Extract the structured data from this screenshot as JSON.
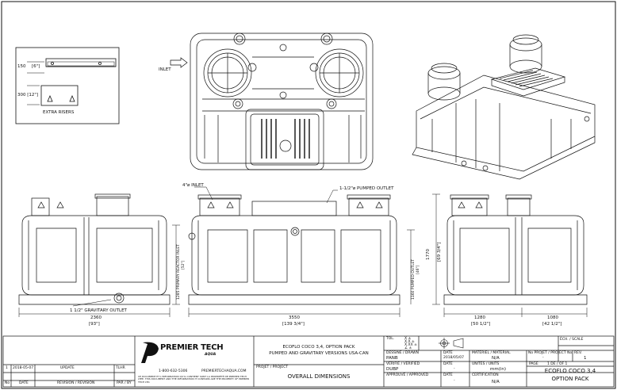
{
  "views": {
    "inlet_label": "INLET",
    "extra_risers": {
      "label": "EXTRA RISERS",
      "dim_150_mm": "150",
      "dim_150_in": "[6\"]",
      "dim_300": "300 [12\"]"
    },
    "side_left": {
      "width_mm": "2360",
      "width_in": "[93\"]",
      "gravity_outlet": "1 1/2\" GRAVITARY OUTLET"
    },
    "front": {
      "inlet": "4\"ø INLET",
      "pumped_outlet": "1-1/2\"ø PUMPED OUTLET",
      "primary_reactor_inlet": "1285 PRIMARY REACTOR INLET",
      "primary_reactor_inlet_in": "[52\"]",
      "pumped_outlet_height": "1160 PUMPED OUTLET",
      "pumped_outlet_height_in": "[46\"]",
      "height_mm": "1770",
      "height_in": "[69 3/4\"]",
      "width_mm": "3550",
      "width_in": "[139 3/4\"]"
    },
    "side_right": {
      "width_a_mm": "1280",
      "width_a_in": "[50 1/2\"]",
      "width_b_mm": "1080",
      "width_b_in": "[42 1/2\"]"
    }
  },
  "title_block": {
    "scale_label": "ÉCH. / SCALE",
    "revision": {
      "num": "1",
      "date": "2018-05-07",
      "text": "UPDATE",
      "by": "TLHR",
      "col_no": "No",
      "col_date": "DATE",
      "col_revision": "REVISION / REVISION",
      "col_by": "PAR / BY"
    },
    "company": {
      "name": "PREMIER TECH",
      "sub": "AQUA",
      "phone": "1-800-632-5306",
      "website": "PREMIERTECHAQUA.COM",
      "legal": "CE DOCUMENT ET L'INFORMATION QU'IL CONTIENT SONT LA PROPRIÉTÉ DE PREMIER TECH LTÉE. THIS DOCUMENT AND THE INFORMATION IT CONTAINS ARE THE PROPERTY OF PREMIER TECH LTD."
    },
    "title_line1": "ECOFLO COCO 3,4, OPTION PACK",
    "title_line2": "PUMPED AND GRAVITARY VERSIONS USA-CAN",
    "project_label": "PROJET / PROJECT",
    "project_value": "OVERALL DIMENSIONS",
    "tol_label": "TOL.",
    "tol_rows": [
      "X ±",
      "X.X ±",
      "X.XX ±",
      "∠ ±"
    ],
    "drawn_label": "DESSINÉ / DRAWN",
    "drawn_value": "PANB",
    "drawn_date_label": "DATE",
    "drawn_date": "2018/05/07",
    "checked_label": "VÉRIFIÉ / VERIFIED",
    "checked_value": "DUBP",
    "checked_date_label": "DATE",
    "checked_date": "-",
    "approved_label": "APPROUVÉ / APPROVED",
    "approved_date_label": "DATE",
    "approved_date": "-",
    "material_label": "MATÉRIEL / MATERIAL",
    "material_value": "N/A",
    "units_label": "UNITÉS / UNITS",
    "units_value": "mm(in)",
    "cert_label": "CERTIFICATION",
    "cert_value": "N/A",
    "project_no_label": "No PROJET / PROJECT No.",
    "project_no_value": "-",
    "rev_label": "REV.",
    "rev_value": "1",
    "page_label": "PAGE",
    "page_value": "1 DE / OF 1",
    "drawing_title_1": "ECOFLO COCO 3,4",
    "drawing_title_2": "OPTION PACK"
  }
}
